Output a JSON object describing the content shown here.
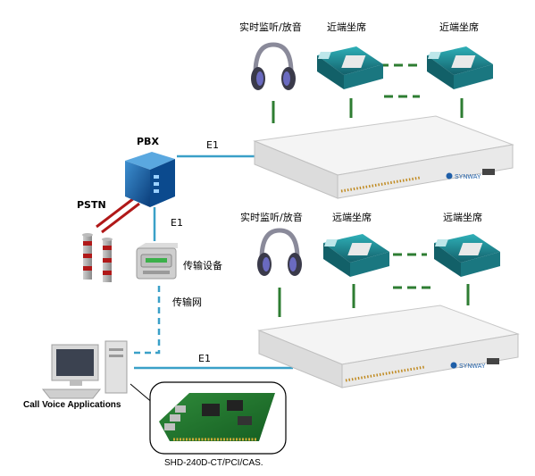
{
  "diagram": {
    "top_section": {
      "monitor_label": "实时监听/放音",
      "seat_left_label": "近端坐席",
      "seat_right_label": "近端坐席"
    },
    "bottom_section": {
      "monitor_label": "实时监听/放音",
      "seat_left_label": "远端坐席",
      "seat_right_label": "远端坐席"
    },
    "pbx_label": "PBX",
    "pstn_label": "PSTN",
    "e1_top_label": "E1",
    "e1_pbx_down_label": "E1",
    "e1_bottom_label": "E1",
    "transmission_device_label": "传输设备",
    "transmission_network_label": "传输网",
    "computer_label": "Call Voice Applications",
    "card_label": "SHD-240D-CT/PCI/CAS."
  },
  "colors": {
    "link_line": "#3aa0c8",
    "phone_line": "#2e7d32",
    "pstn_line": "#b01818",
    "phone_body": "#1f8a94",
    "server_body": "#f2f2f2"
  }
}
